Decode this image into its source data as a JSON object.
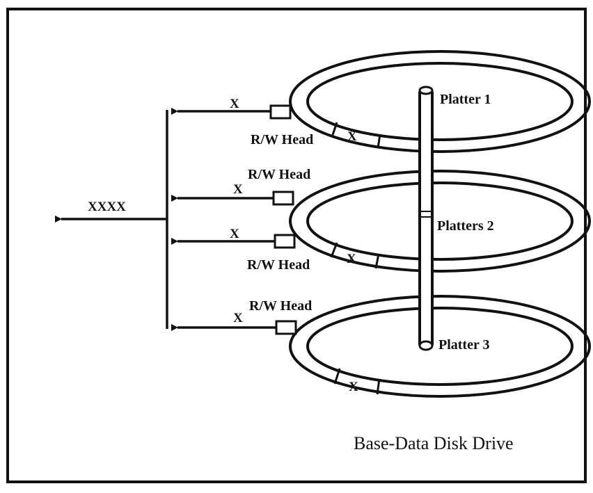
{
  "diagram": {
    "caption": "Base-Data Disk Drive",
    "output_label": "XXXX",
    "platters": [
      {
        "label": "Platter 1",
        "sector_label": "X"
      },
      {
        "label": "Platters 2",
        "sector_label": "X"
      },
      {
        "label": "Platter 3",
        "sector_label": "X"
      }
    ],
    "heads": [
      {
        "label": "R/W Head",
        "line_label": "X"
      },
      {
        "label": "R/W Head",
        "line_label": "X"
      },
      {
        "label": "R/W Head",
        "line_label": "X"
      },
      {
        "label": "R/W Head",
        "line_label": "X"
      }
    ],
    "colors": {
      "ink": "#111111",
      "background": "#ffffff"
    }
  }
}
